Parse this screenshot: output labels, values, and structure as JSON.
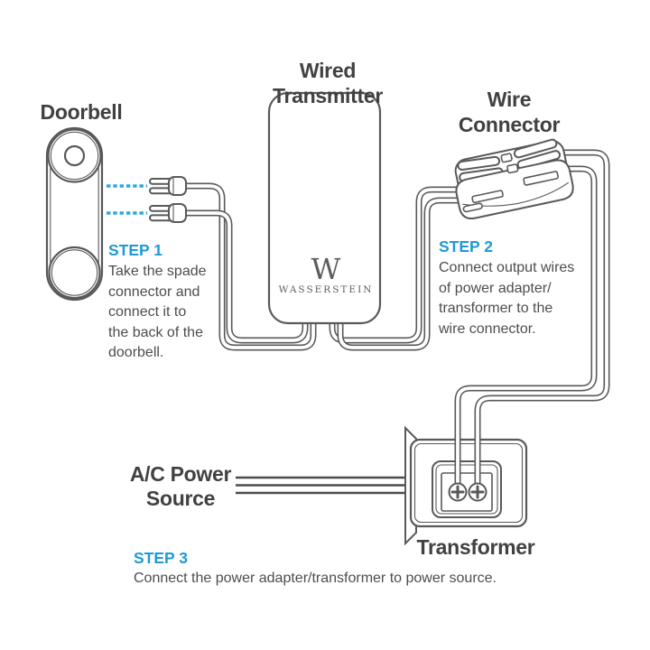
{
  "labels": {
    "doorbell": "Doorbell",
    "wired_transmitter": "Wired Transmitter",
    "wire_connector": "Wire\nConnector",
    "transformer": "Transformer",
    "ac_power_source": "A/C Power\nSource"
  },
  "brand": {
    "logo_letter": "W",
    "logo_name": "WASSERSTEIN"
  },
  "steps": [
    {
      "heading": "STEP 1",
      "body": "Take the spade\nconnector and\nconnect it to\nthe back of the\ndoorbell."
    },
    {
      "heading": "STEP 2",
      "body": "Connect output wires\nof power adapter/\ntransformer to the\nwire connector."
    },
    {
      "heading": "STEP 3",
      "body": "Connect the power adapter/transformer to power source."
    }
  ],
  "colors": {
    "accent_blue": "#1e9ad6",
    "diagram_line_gray": "#58595b",
    "label_text": "#414042",
    "body_text": "#4d4d4f",
    "background": "#ffffff"
  }
}
